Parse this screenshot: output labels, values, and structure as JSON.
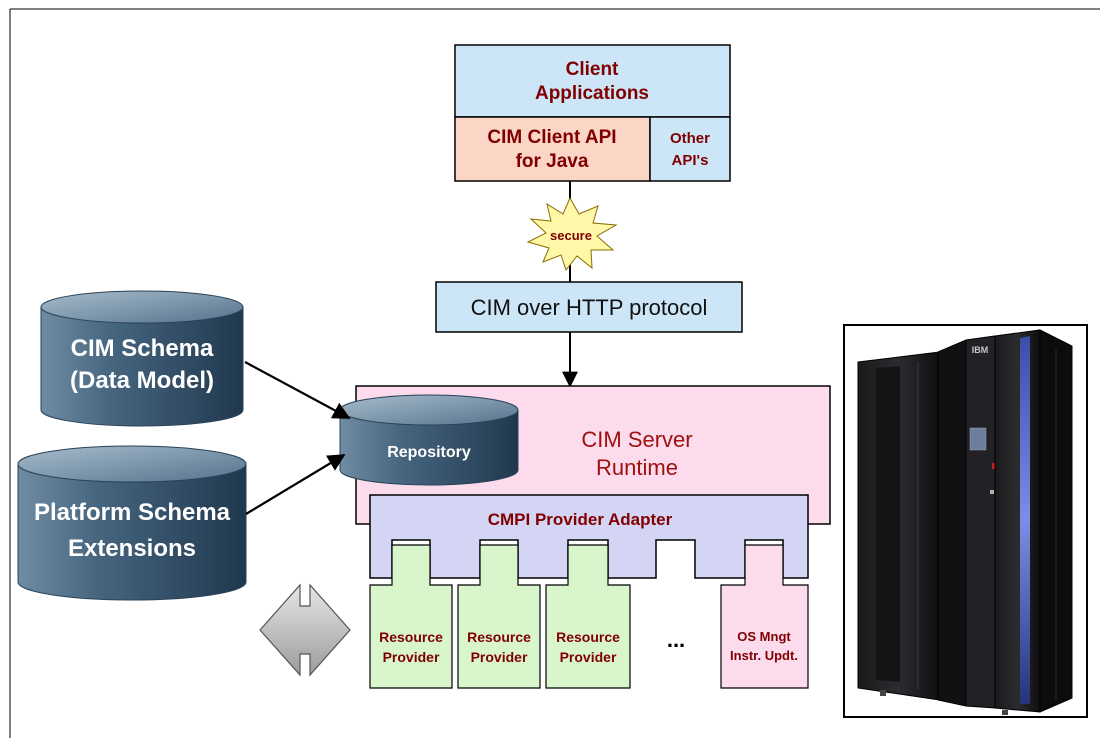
{
  "client": {
    "applications": [
      "Client",
      "Applications"
    ],
    "java_api": [
      "CIM Client API",
      "for Java"
    ],
    "other_api": [
      "Other",
      "API's"
    ]
  },
  "secure_label": "secure",
  "protocol_label": "CIM over HTTP protocol",
  "schemas": {
    "cim": [
      "CIM Schema",
      "(Data Model)"
    ],
    "platform": [
      "Platform Schema",
      "Extensions"
    ]
  },
  "repository_label": "Repository",
  "server": [
    "CIM Server",
    "Runtime"
  ],
  "adapter_label": "CMPI Provider Adapter",
  "providers": [
    [
      "Resource",
      "Provider"
    ],
    [
      "Resource",
      "Provider"
    ],
    [
      "Resource",
      "Provider"
    ]
  ],
  "ellipsis": "...",
  "os_provider": [
    "OS Mngt",
    "Instr. Updt."
  ],
  "hardware_logo": "IBM",
  "colors": {
    "client_blue": "#cce6f8",
    "java_api_peach": "#fbd6c6",
    "server_pink": "#fcdcec",
    "adapter_lavender": "#d4d4f4",
    "provider_green": "#d9f5cc",
    "cylinder_steel": "#3c5c78",
    "label_dark_red": "#800000"
  }
}
